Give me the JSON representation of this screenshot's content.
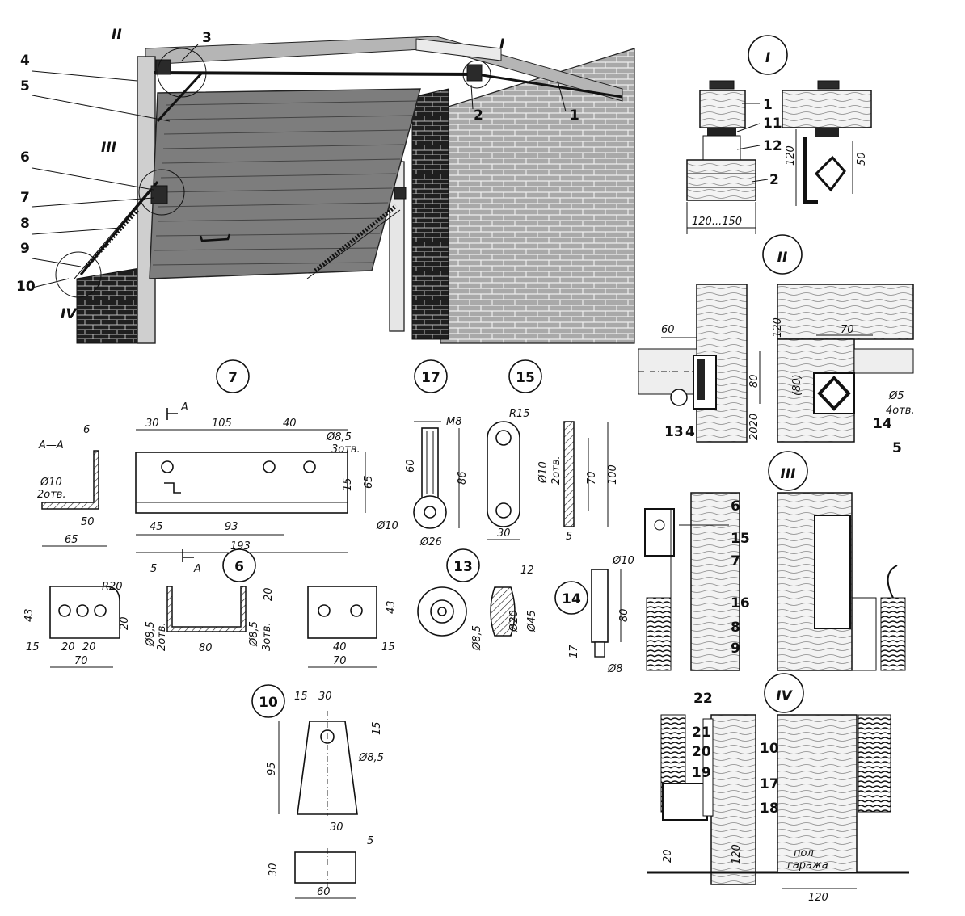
{
  "callouts": {
    "overview": [
      "1",
      "2",
      "3",
      "4",
      "5",
      "6",
      "7",
      "8",
      "9",
      "10"
    ],
    "node_I": "I",
    "node_II": "II",
    "node_III": "III",
    "node_IV": "IV"
  },
  "detail_I": {
    "title": "I",
    "parts": [
      "1",
      "11",
      "12",
      "2"
    ],
    "dims": [
      "120",
      "50",
      "120...150"
    ]
  },
  "detail_II": {
    "title": "II",
    "parts": [
      "13",
      "4",
      "14",
      "5"
    ],
    "dims": [
      "60",
      "80",
      "2020",
      "120",
      "70",
      "(80)",
      "Ø5",
      "4отв."
    ]
  },
  "detail_III": {
    "title": "III",
    "parts": [
      "6",
      "15",
      "7",
      "16",
      "8",
      "9"
    ]
  },
  "detail_IV": {
    "title": "IV",
    "parts": [
      "22",
      "21",
      "20",
      "19",
      "10",
      "17",
      "18"
    ],
    "dims": [
      "20",
      "120",
      "120"
    ],
    "floor_label_1": "пол",
    "floor_label_2": "гаража"
  },
  "part_7": {
    "number": "7",
    "section_label": "A—A",
    "dims": [
      "6",
      "Ø10",
      "2отв.",
      "50",
      "65",
      "30",
      "105",
      "40",
      "Ø8,5",
      "3отв.",
      "15",
      "65",
      "45",
      "93",
      "193"
    ],
    "cut_mark": "A"
  },
  "part_17": {
    "number": "17",
    "dims": [
      "M8",
      "60",
      "86",
      "Ø10",
      "Ø26"
    ]
  },
  "part_15": {
    "number": "15",
    "dims": [
      "R15",
      "Ø10",
      "2отв.",
      "70",
      "100",
      "30",
      "5"
    ]
  },
  "part_6": {
    "number": "6",
    "dims": [
      "R20",
      "43",
      "20",
      "15",
      "20",
      "20",
      "70",
      "5",
      "20",
      "Ø8,5",
      "2отв.",
      "80",
      "Ø8,5",
      "3отв.",
      "43",
      "40",
      "15",
      "70"
    ]
  },
  "part_13": {
    "number": "13",
    "dims": [
      "12",
      "Ø8,5",
      "Ø20",
      "Ø45"
    ]
  },
  "part_14": {
    "number": "14",
    "dims": [
      "Ø10",
      "80",
      "17",
      "Ø8"
    ]
  },
  "part_10": {
    "number": "10",
    "dims": [
      "15",
      "30",
      "15",
      "Ø8,5",
      "95",
      "30",
      "5",
      "30",
      "60"
    ]
  }
}
